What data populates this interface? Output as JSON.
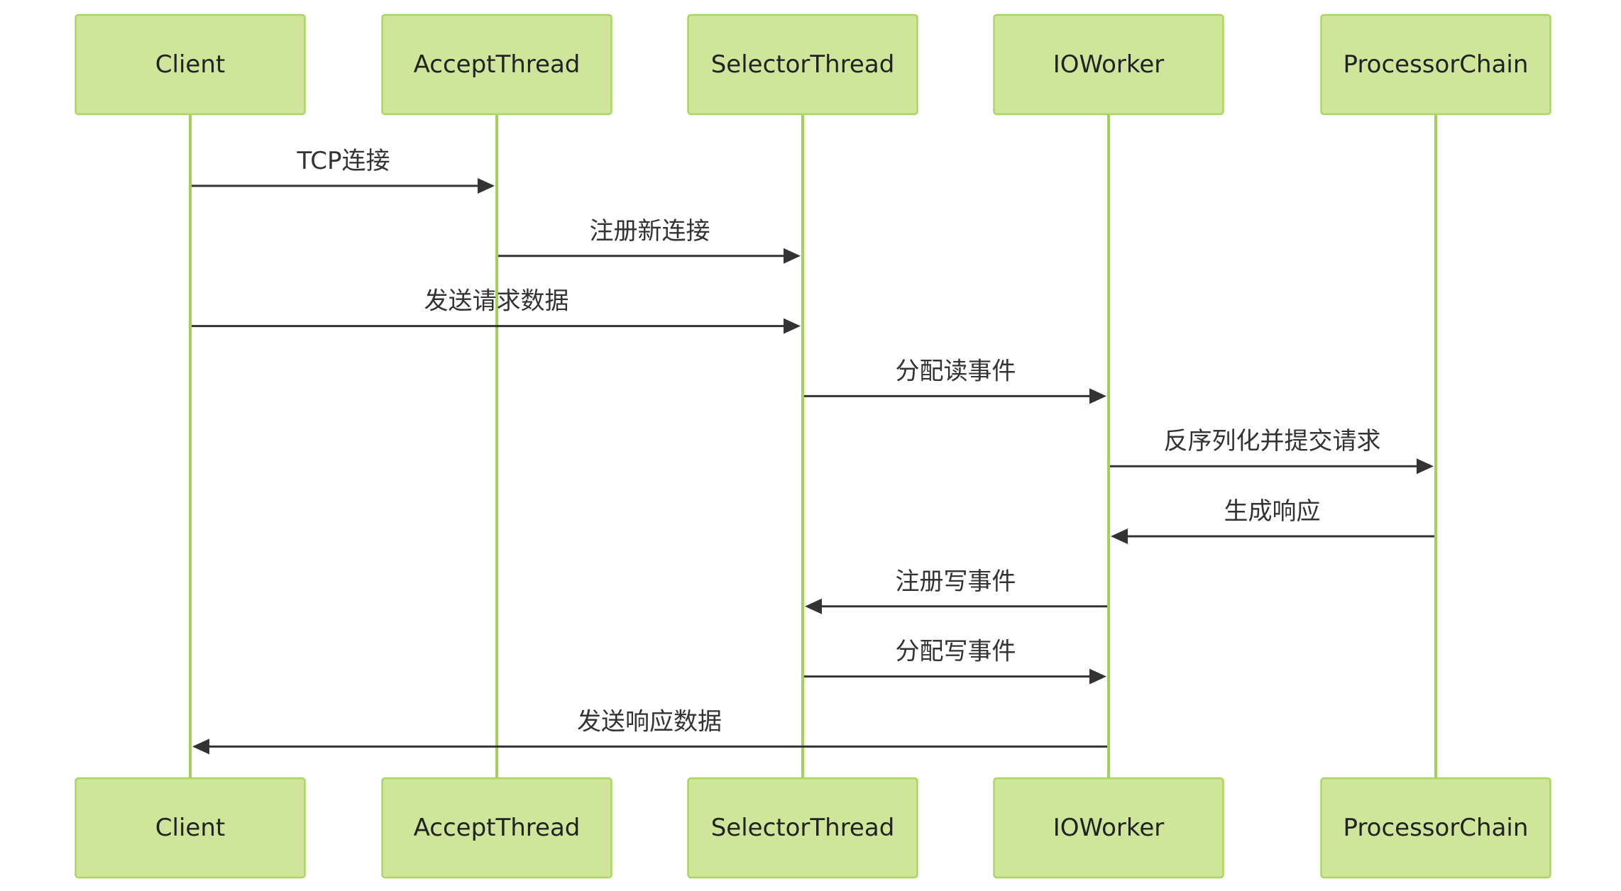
{
  "diagram": {
    "type": "sequence",
    "participants": [
      {
        "id": "client",
        "label": "Client"
      },
      {
        "id": "accept",
        "label": "AcceptThread"
      },
      {
        "id": "selector",
        "label": "SelectorThread"
      },
      {
        "id": "ioworker",
        "label": "IOWorker"
      },
      {
        "id": "processor",
        "label": "ProcessorChain"
      }
    ],
    "messages": [
      {
        "from": "client",
        "to": "accept",
        "label": "TCP连接"
      },
      {
        "from": "accept",
        "to": "selector",
        "label": "注册新连接"
      },
      {
        "from": "client",
        "to": "selector",
        "label": "发送请求数据"
      },
      {
        "from": "selector",
        "to": "ioworker",
        "label": "分配读事件"
      },
      {
        "from": "ioworker",
        "to": "processor",
        "label": "反序列化并提交请求"
      },
      {
        "from": "processor",
        "to": "ioworker",
        "label": "生成响应"
      },
      {
        "from": "ioworker",
        "to": "selector",
        "label": "注册写事件"
      },
      {
        "from": "selector",
        "to": "ioworker",
        "label": "分配写事件"
      },
      {
        "from": "ioworker",
        "to": "client",
        "label": "发送响应数据"
      }
    ],
    "colors": {
      "actor_fill": "#cfe59a",
      "actor_border": "#a8d65e",
      "lifeline": "#a3d05a",
      "message": "#333333",
      "text": "#222222"
    }
  }
}
